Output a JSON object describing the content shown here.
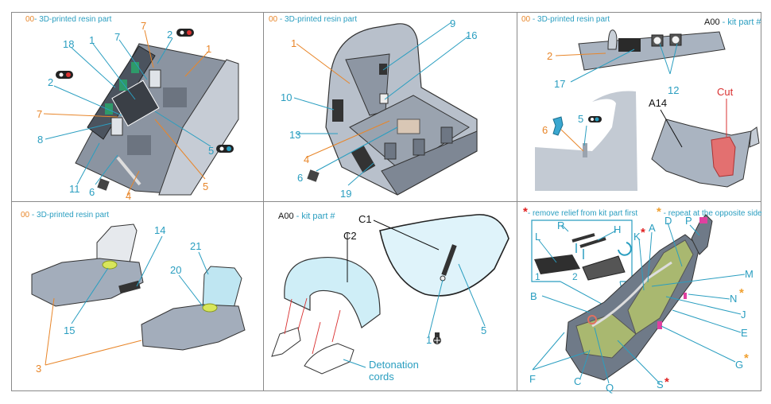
{
  "colors": {
    "orange": "#e8862a",
    "cyan": "#2a9ec0",
    "black": "#111111",
    "red": "#d93030",
    "part_grey": "#a9b3c0",
    "part_dark": "#6f7a88",
    "cushion_green": "#a9b870",
    "glass_blue": "#bfe6f2",
    "magenta": "#e040a0"
  },
  "panels": [
    {
      "id": "p1",
      "legend": {
        "code": "00",
        "text": "- 3D-printed resin part"
      },
      "callouts": [
        {
          "label": "7",
          "color": "orange"
        },
        {
          "label": "2",
          "color": "cyan"
        },
        {
          "label": "18",
          "color": "cyan"
        },
        {
          "label": "1",
          "color": "cyan"
        },
        {
          "label": "7",
          "color": "cyan"
        },
        {
          "label": "1",
          "color": "orange"
        },
        {
          "label": "2",
          "color": "cyan"
        },
        {
          "label": "7",
          "color": "orange"
        },
        {
          "label": "8",
          "color": "cyan"
        },
        {
          "label": "5",
          "color": "cyan"
        },
        {
          "label": "11",
          "color": "cyan"
        },
        {
          "label": "6",
          "color": "cyan"
        },
        {
          "label": "4",
          "color": "orange"
        },
        {
          "label": "5",
          "color": "orange"
        }
      ]
    },
    {
      "id": "p2",
      "legend": {
        "code": "00",
        "text": "- 3D-printed resin part"
      },
      "callouts": [
        {
          "label": "1",
          "color": "orange"
        },
        {
          "label": "9",
          "color": "cyan"
        },
        {
          "label": "16",
          "color": "cyan"
        },
        {
          "label": "10",
          "color": "cyan"
        },
        {
          "label": "13",
          "color": "cyan"
        },
        {
          "label": "4",
          "color": "orange"
        },
        {
          "label": "6",
          "color": "cyan"
        },
        {
          "label": "19",
          "color": "cyan"
        }
      ]
    },
    {
      "id": "p3",
      "legend": {
        "code": "00",
        "text": "- 3D-printed resin part"
      },
      "legend_kit": {
        "code": "A00",
        "text": "- kit part #"
      },
      "callouts": [
        {
          "label": "2",
          "color": "orange"
        },
        {
          "label": "17",
          "color": "cyan"
        },
        {
          "label": "12",
          "color": "cyan"
        },
        {
          "label": "6",
          "color": "orange"
        },
        {
          "label": "5",
          "color": "cyan"
        },
        {
          "label": "A14",
          "color": "black"
        },
        {
          "label": "Cut",
          "color": "red"
        }
      ]
    },
    {
      "id": "p4",
      "legend": {
        "code": "00",
        "text": "- 3D-printed resin part"
      },
      "callouts": [
        {
          "label": "14",
          "color": "cyan"
        },
        {
          "label": "21",
          "color": "cyan"
        },
        {
          "label": "20",
          "color": "cyan"
        },
        {
          "label": "15",
          "color": "cyan"
        },
        {
          "label": "3",
          "color": "orange"
        }
      ]
    },
    {
      "id": "p5",
      "legend_kit": {
        "code": "A00",
        "text": "- kit part #"
      },
      "callouts": [
        {
          "label": "C1",
          "color": "black"
        },
        {
          "label": "C2",
          "color": "black"
        },
        {
          "label": "1",
          "color": "cyan"
        },
        {
          "label": "5",
          "color": "cyan"
        },
        {
          "label": "Detonation",
          "color": "cyan"
        },
        {
          "label": "cords",
          "color": "cyan"
        }
      ]
    },
    {
      "id": "p6",
      "legend_remove": {
        "star": "*",
        "text": "- remove relief from kit part first"
      },
      "legend_repeat": {
        "star": "*",
        "text": " - repeat at the opposite side"
      },
      "inset_steps": [
        "1",
        "2"
      ],
      "callouts": [
        {
          "label": "R",
          "color": "cyan"
        },
        {
          "label": "H",
          "color": "cyan"
        },
        {
          "label": "L",
          "color": "cyan"
        },
        {
          "label": "K",
          "color": "cyan",
          "mark": "red"
        },
        {
          "label": "A",
          "color": "cyan"
        },
        {
          "label": "D",
          "color": "cyan"
        },
        {
          "label": "P",
          "color": "cyan"
        },
        {
          "label": "M",
          "color": "cyan"
        },
        {
          "label": "N",
          "color": "cyan",
          "mark": "orange"
        },
        {
          "label": "J",
          "color": "cyan"
        },
        {
          "label": "B",
          "color": "cyan"
        },
        {
          "label": "E",
          "color": "cyan"
        },
        {
          "label": "G",
          "color": "cyan",
          "mark": "orange"
        },
        {
          "label": "F",
          "color": "cyan"
        },
        {
          "label": "C",
          "color": "cyan"
        },
        {
          "label": "Q",
          "color": "cyan"
        },
        {
          "label": "S",
          "color": "cyan",
          "mark": "red"
        }
      ]
    }
  ]
}
